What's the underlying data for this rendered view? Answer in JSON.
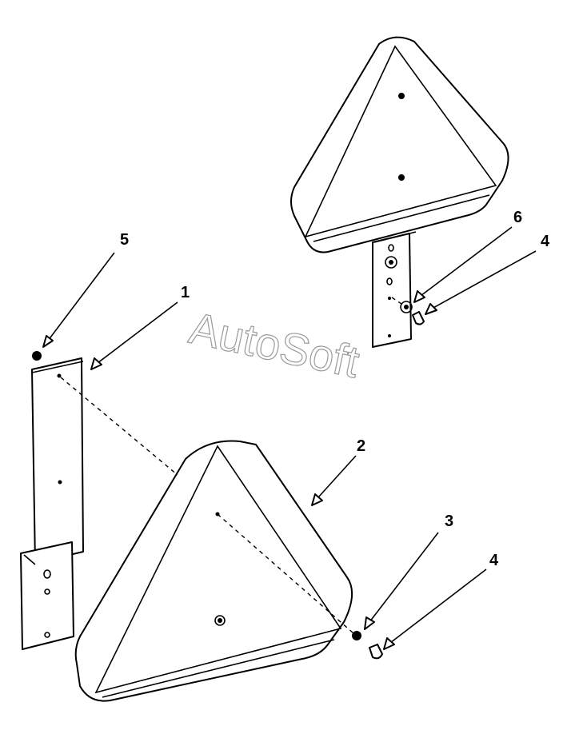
{
  "watermark": "AutoSoft",
  "callouts": {
    "c1": "1",
    "c2": "2",
    "c3": "3",
    "c4a": "4",
    "c4b": "4",
    "c5": "5",
    "c6": "6"
  },
  "colors": {
    "line": "#000000",
    "background": "#ffffff",
    "watermark": "#9a9a9a"
  }
}
